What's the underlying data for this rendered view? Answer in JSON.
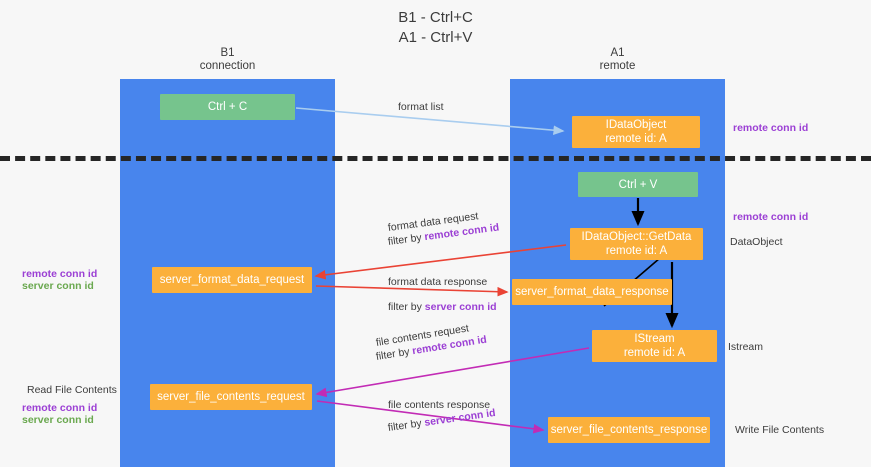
{
  "title": {
    "line1": "B1 - Ctrl+C",
    "line2": "A1 - Ctrl+V"
  },
  "columns": [
    {
      "name": "B1",
      "role": "connection"
    },
    {
      "name": "A1",
      "role": "remote"
    }
  ],
  "boxes": {
    "ctrl_c": {
      "label": "Ctrl + C",
      "color": "#76c48d"
    },
    "ctrl_v": {
      "label": "Ctrl + V",
      "color": "#76c48d"
    },
    "idataobject": {
      "line1": "IDataObject",
      "line2": "remote id: A",
      "color": "#fbb03b"
    },
    "getdata": {
      "line1": "IDataObject::GetData",
      "line2": "remote id: A",
      "color": "#fbb03b"
    },
    "server_format_data_request": {
      "label": "server_format_data_request",
      "color": "#fbb03b"
    },
    "server_format_data_response": {
      "label": "server_format_data_response",
      "color": "#fbb03b"
    },
    "istream": {
      "line1": "IStream",
      "line2": "remote id: A",
      "color": "#fbb03b"
    },
    "server_file_contents_request": {
      "label": "server_file_contents_request",
      "color": "#fbb03b"
    },
    "server_file_contents_response": {
      "label": "server_file_contents_response",
      "color": "#fbb03b"
    }
  },
  "edge_labels": {
    "format_list": "format list",
    "format_data_request": {
      "line1": "format data request",
      "filter_prefix": "filter by ",
      "filter_key": "remote conn id"
    },
    "format_data_response": {
      "line1": "format data response",
      "filter_prefix": "filter by ",
      "filter_key": "server conn id"
    },
    "file_contents_request": {
      "line1": "file contents request",
      "filter_prefix": "filter by ",
      "filter_key": "remote conn id"
    },
    "file_contents_response": {
      "line1": "file contents response",
      "filter_prefix": "filter by ",
      "filter_key": "server conn id"
    }
  },
  "annotations": {
    "right": [
      {
        "text": "remote conn id",
        "style": "purple"
      },
      {
        "text": "remote conn id",
        "style": "purple"
      },
      {
        "text": "DataObject",
        "style": "plain"
      },
      {
        "text": "Istream",
        "style": "plain"
      },
      {
        "text": "Write File Contents",
        "style": "plain"
      }
    ],
    "left": [
      {
        "text": "remote conn id",
        "style": "purple"
      },
      {
        "text": "server conn id",
        "style": "green"
      },
      {
        "text": "Read File Contents",
        "style": "plain"
      },
      {
        "text": "remote conn id",
        "style": "purple"
      },
      {
        "text": "server conn id",
        "style": "green"
      }
    ]
  },
  "colors": {
    "lane": "#4885ed",
    "green_box": "#76c48d",
    "orange_box": "#fbb03b",
    "purple_text": "#9b3fd4",
    "green_text": "#6aa84f",
    "red_arrow": "#ea4335",
    "magenta_arrow": "#c22bb5",
    "light_blue_arrow": "#a9cdef",
    "black_arrow": "#000000",
    "background": "#f7f7f7",
    "divider": "#262626"
  }
}
